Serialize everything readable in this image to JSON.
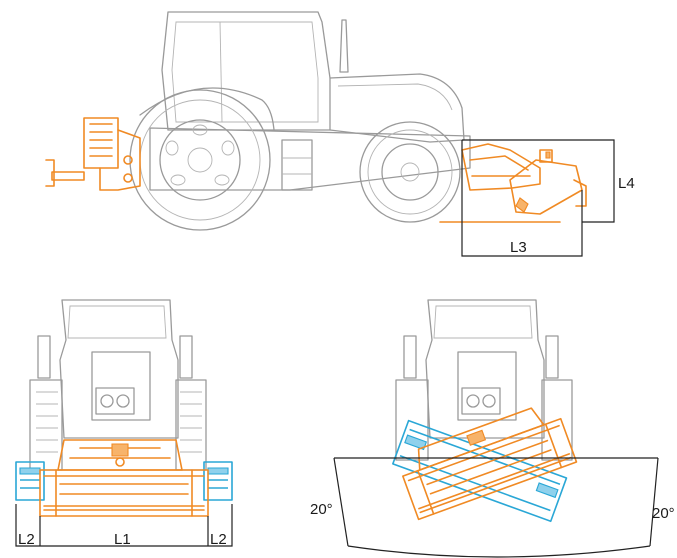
{
  "labels": {
    "l1": "L1",
    "l2_left": "L2",
    "l2_right": "L2",
    "l3": "L3",
    "l4": "L4",
    "angle_left": "20°",
    "angle_right": "20°"
  },
  "colors": {
    "tractor_outline": "#9a9a9a",
    "mower": "#f08a24",
    "mower_offset": "#2aa7d6",
    "dimension_lines": "#222222"
  }
}
